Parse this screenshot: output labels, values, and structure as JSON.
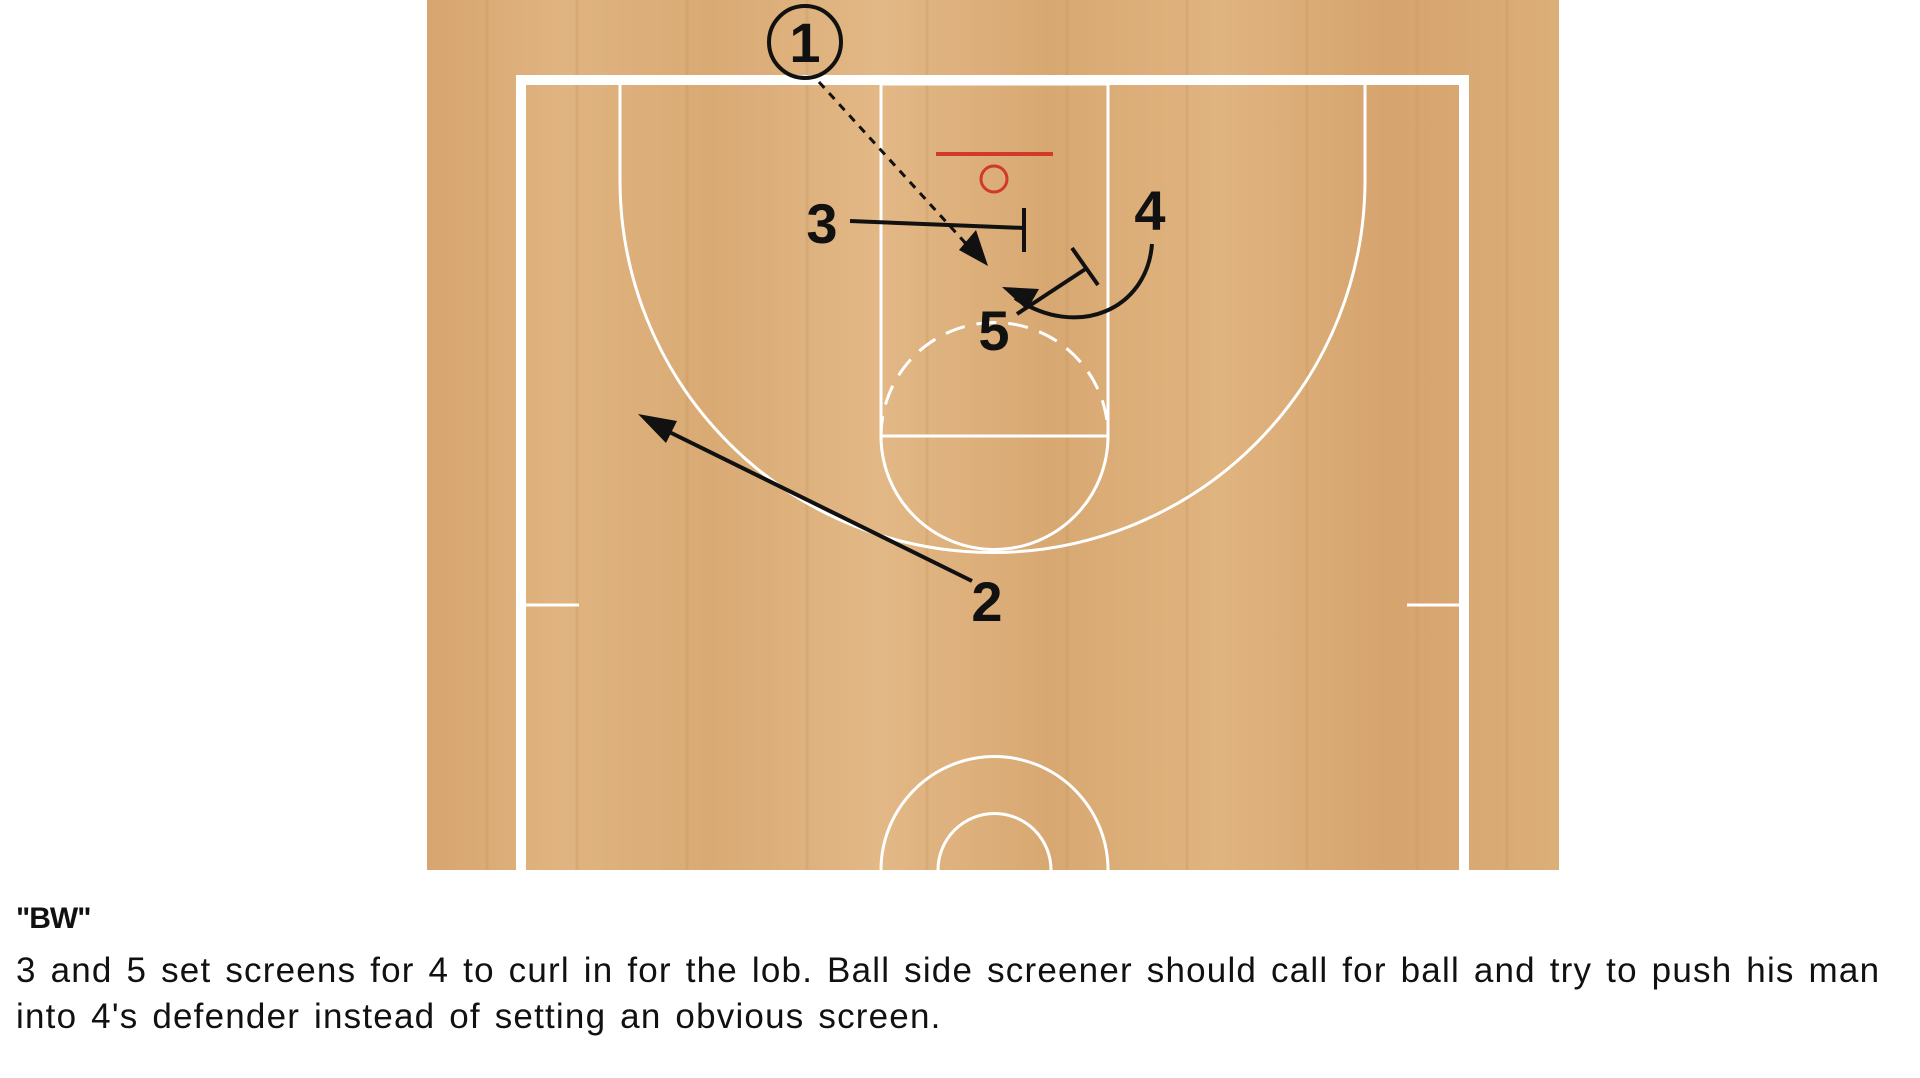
{
  "diagram": {
    "players": [
      {
        "label": "1",
        "circled": true
      },
      {
        "label": "3",
        "circled": false
      },
      {
        "label": "4",
        "circled": false
      },
      {
        "label": "5",
        "circled": false
      },
      {
        "label": "2",
        "circled": false
      }
    ],
    "colors": {
      "court_wood": "#dcae78",
      "court_lines": "#ffffff",
      "hoop": "#d13a2a",
      "marks": "#111111"
    }
  },
  "caption": {
    "play_name": "\"BW\"",
    "description": "3 and 5 set screens for 4 to curl in for the lob. Ball side screener should call for ball and try to push his man into 4's defender instead of setting an obvious screen."
  }
}
